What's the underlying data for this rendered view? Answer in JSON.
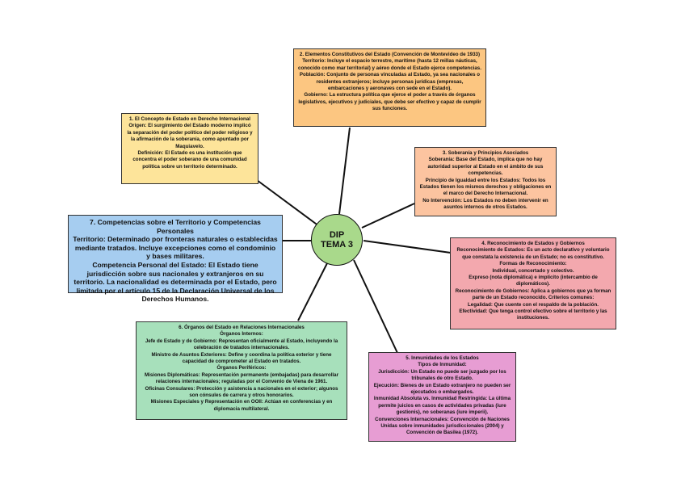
{
  "center": {
    "line1": "DIP",
    "line2": "TEMA 3",
    "color": "#a9d98b"
  },
  "colors": {
    "yellow": "#fde49a",
    "orange": "#fcc681",
    "salmon": "#fcc4a0",
    "pink": "#f3a8ae",
    "magenta": "#e79dd3",
    "green": "#a7e0bb",
    "blue": "#a6cdf0"
  },
  "nodes": [
    {
      "id": "node-1",
      "title": "1. El Concepto de Estado en Derecho Internacional",
      "lines": [
        "Origen: El surgimiento del Estado moderno implicó la separación del poder político del poder religioso y la afirmación de la soberanía, como apuntado por Maquiavelo.",
        "Definición: El Estado es una institución que concentra el poder soberano de una comunidad política sobre un territorio determinado."
      ]
    },
    {
      "id": "node-2",
      "title": "2. Elementos Constitutivos del Estado (Convención de Montevideo de 1933)",
      "lines": [
        "Territorio: Incluye el espacio terrestre, marítimo (hasta 12 millas náuticas, conocido como mar territorial) y aéreo donde el Estado ejerce competencias.",
        "Población: Conjunto de personas vinculadas al Estado, ya sea nacionales o residentes extranjeros; incluye personas jurídicas (empresas, embarcaciones y aeronaves con sede en el Estado).",
        "Gobierno: La estructura política que ejerce el poder a través de órganos legislativos, ejecutivos y judiciales, que debe ser efectivo y capaz de cumplir sus funciones."
      ]
    },
    {
      "id": "node-3",
      "title": "3. Soberanía y Principios Asociados",
      "lines": [
        "Soberanía: Base del Estado, implica que no hay autoridad superior al Estado en el ámbito de sus competencias.",
        "Principio de Igualdad entre los Estados: Todos los Estados tienen los mismos derechos y obligaciones en el marco del Derecho Internacional.",
        "No Intervención: Los Estados no deben intervenir en asuntos internos de otros Estados."
      ]
    },
    {
      "id": "node-4",
      "title": "4. Reconocimiento de Estados y Gobiernos",
      "lines": [
        "Reconocimiento de Estados: Es un acto declarativo y voluntario que constata la existencia de un Estado; no es constitutivo.",
        "Formas de Reconocimiento:",
        "Individual, concertado y colectivo.",
        "Expreso (nota diplomática) e implícito (intercambio de diplomáticos).",
        "Reconocimiento de Gobiernos: Aplica a gobiernos que ya forman parte de un Estado reconocido. Criterios comunes:",
        "Legalidad: Que cuente con el respaldo de la población.",
        "Efectividad: Que tenga control efectivo sobre el territorio y las instituciones."
      ]
    },
    {
      "id": "node-5",
      "title": "5. Inmunidades de los Estados",
      "lines": [
        "Tipos de Inmunidad:",
        "Jurisdicción: Un Estado no puede ser juzgado por los tribunales de otro Estado.",
        "Ejecución: Bienes de un Estado extranjero no pueden ser ejecutados o embargados.",
        "Inmunidad Absoluta vs. Inmunidad Restringida: La última permite juicios en casos de actividades privadas (iure gestionis), no soberanas (iure imperii).",
        "Convenciones Internacionales: Convención de Naciones Unidas sobre inmunidades jurisdiccionales (2004) y Convención de Basilea (1972)."
      ]
    },
    {
      "id": "node-6",
      "title": "6. Órganos del Estado en Relaciones Internacionales",
      "lines": [
        "Órganos Internos:",
        "Jefe de Estado y de Gobierno: Representan oficialmente al Estado, incluyendo la celebración de tratados internacionales.",
        "Ministro de Asuntos Exteriores: Define y coordina la política exterior y tiene capacidad de comprometer al Estado en tratados.",
        "Órganos Periféricos:",
        "Misiones Diplomáticas: Representación permanente (embajadas) para desarrollar relaciones internacionales; reguladas por el Convenio de Viena de 1961.",
        "Oficinas Consulares: Protección y asistencia a nacionales en el exterior; algunos son cónsules de carrera y otros honorarios.",
        "Misiones Especiales y Representación en OOII: Actúan en conferencias y en diplomacia multilateral."
      ]
    },
    {
      "id": "node-7",
      "title": "7. Competencias sobre el Territorio y Competencias Personales",
      "lines": [
        "Territorio: Determinado por fronteras naturales o establecidas mediante tratados. Incluye excepciones como el condominio y bases militares.",
        "Competencia Personal del Estado: El Estado tiene jurisdicción sobre sus nacionales y extranjeros en su territorio. La nacionalidad es determinada por el Estado, pero limitada por el artículo 15 de la Declaración Universal de los Derechos Humanos."
      ]
    }
  ]
}
